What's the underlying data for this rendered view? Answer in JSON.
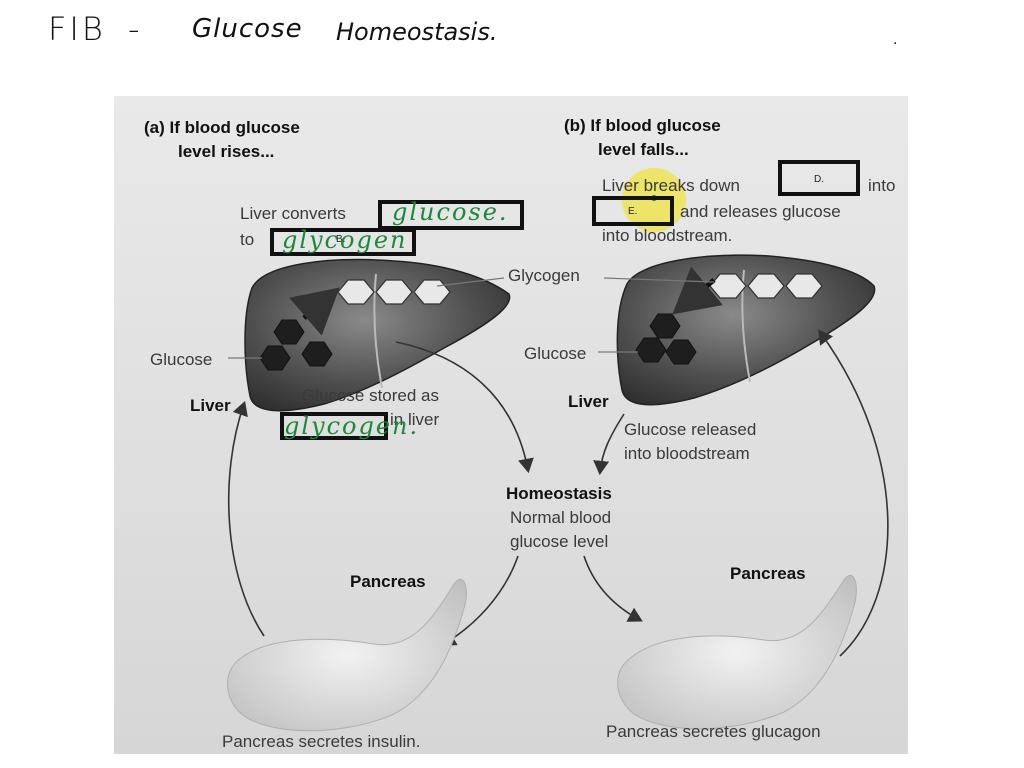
{
  "title": {
    "fib": "FIB",
    "dash": "-",
    "glucose": "Glucose",
    "homeostasis": "Homeostasis."
  },
  "panel_a": {
    "heading_1": "(a) If blood glucose",
    "heading_2": "level rises...",
    "liver_converts": "Liver converts",
    "to": "to",
    "answer_glucose": "glucose.",
    "answer_glycogen_1": "glycogen",
    "box_letter_b": "B.",
    "glucose_label": "Glucose",
    "liver_label": "Liver",
    "stored_1": "Glucose stored as",
    "stored_2": "in liver",
    "answer_glycogen_2": "glycogen.",
    "pancreas_label": "Pancreas",
    "secretes": "Pancreas secretes insulin."
  },
  "panel_b": {
    "heading_1": "(b) If blood glucose",
    "heading_2": "level falls...",
    "breaks_1": "Liver breaks down",
    "breaks_into": "into",
    "breaks_2": "and releases glucose",
    "breaks_3": "into bloodstream.",
    "box_letter_d": "D.",
    "box_letter_e": "E.",
    "glycogen_label": "Glycogen",
    "glucose_label": "Glucose",
    "liver_label": "Liver",
    "released_1": "Glucose released",
    "released_2": "into bloodstream",
    "pancreas_label": "Pancreas",
    "secretes": "Pancreas secretes glucagon"
  },
  "center": {
    "homeostasis": "Homeostasis",
    "normal_1": "Normal blood",
    "normal_2": "glucose level"
  },
  "colors": {
    "answer_ink": "#1a8a3a",
    "highlight": "#f2e400",
    "box_border": "#111111"
  }
}
